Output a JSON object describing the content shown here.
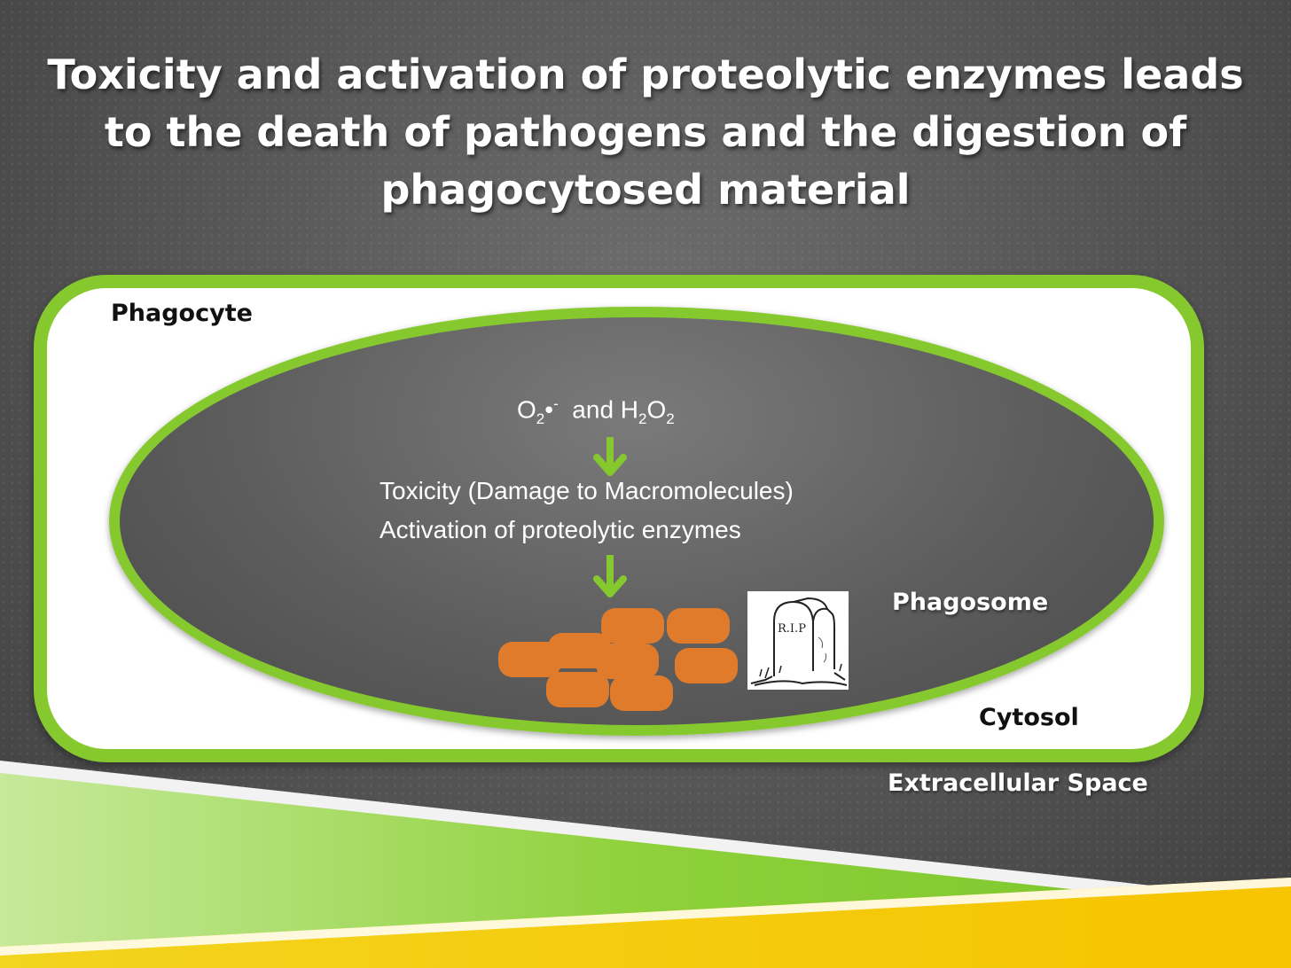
{
  "slide": {
    "title": "Toxicity and activation of proteolytic enzymes leads to the death of pathogens and the digestion of phagocytosed material"
  },
  "labels": {
    "phagocyte": "Phagocyte",
    "phagosome": "Phagosome",
    "cytosol": "Cytosol",
    "extracellular": "Extracellular Space"
  },
  "reaction": {
    "o2_base": "O",
    "o2_sub": "2",
    "o2_radical": "•",
    "o2_charge": "-",
    "conjunction": "and",
    "h_base": "H",
    "h_sub": "2",
    "o_base": "O",
    "o_sub": "2"
  },
  "effects": {
    "line1": "Toxicity (Damage to Macromolecules)",
    "line2": "Activation of proteolytic enzymes"
  },
  "tombstone": {
    "text": "R.I.P"
  },
  "colors": {
    "membrane_green": "#86c92f",
    "bacteria_orange": "#e07b2c",
    "background_gray": "#585858"
  }
}
